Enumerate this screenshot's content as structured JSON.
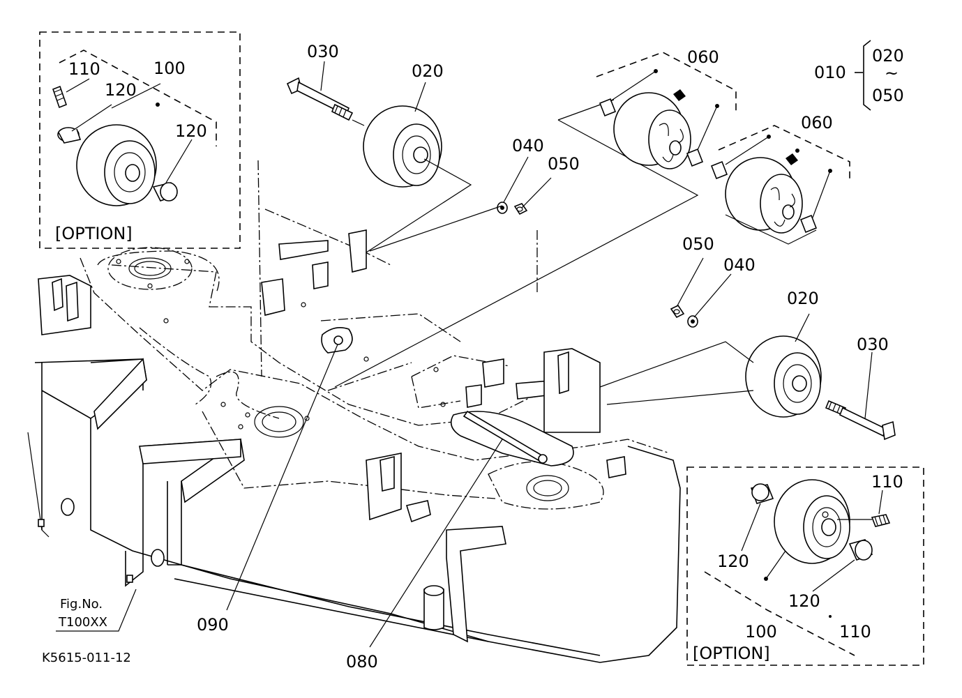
{
  "diagram": {
    "labels": {
      "option_box_left": {
        "p110": "110",
        "p100": "100",
        "p120a": "120",
        "p120b": "120",
        "option": "[OPTION]"
      },
      "option_box_right": {
        "p110a": "110",
        "p120a": "120",
        "p120b": "120",
        "p100": "100",
        "p110b": "110",
        "option": "[OPTION]"
      },
      "top": {
        "p030": "030",
        "p020": "020",
        "p040": "040",
        "p050": "050",
        "p060a": "060",
        "p060b": "060"
      },
      "assembly": {
        "p010": "010",
        "p020": "020",
        "tilde": "~",
        "p050": "050"
      },
      "right": {
        "p050": "050",
        "p040": "040",
        "p020": "020",
        "p030": "030"
      },
      "bottom": {
        "p090": "090",
        "p080": "080"
      },
      "fig": {
        "line1": "Fig.No.",
        "line2": "T100XX"
      },
      "drawing_code": "K5615-011-12"
    }
  }
}
